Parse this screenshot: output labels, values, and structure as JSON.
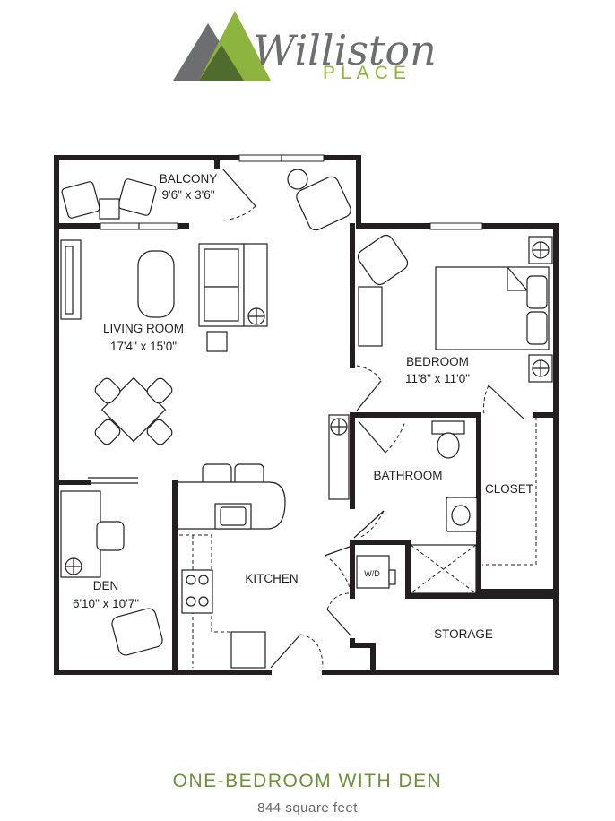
{
  "brand": {
    "name": "Williston",
    "sub": "PLACE",
    "colors": {
      "dark": "#6d6e70",
      "green": "#8cb43f",
      "deep_green": "#4f6b2e"
    }
  },
  "rooms": {
    "balcony": {
      "name": "BALCONY",
      "size": "9'6\" x 3'6\""
    },
    "living": {
      "name": "LIVING ROOM",
      "size": "17'4\" x 15'0\""
    },
    "bedroom": {
      "name": "BEDROOM",
      "size": "11'8\" x 11'0\""
    },
    "den": {
      "name": "DEN",
      "size": "6'10\" x 10'7\""
    },
    "kitchen": {
      "name": "KITCHEN"
    },
    "bathroom": {
      "name": "BATHROOM"
    },
    "closet": {
      "name": "CLOSET"
    },
    "storage": {
      "name": "STORAGE"
    },
    "washer_dryer": {
      "name": "W/D"
    }
  },
  "caption": {
    "title": "ONE-BEDROOM WITH DEN",
    "area": "844 square feet"
  }
}
